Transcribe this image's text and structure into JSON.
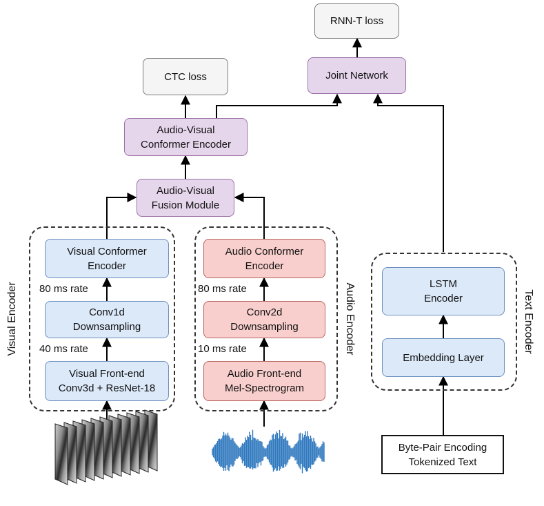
{
  "outputs": {
    "ctc": "CTC loss",
    "rnnt": "RNN-T loss"
  },
  "joint_network": "Joint Network",
  "av_encoder": {
    "line1": "Audio-Visual",
    "line2": "Conformer Encoder"
  },
  "fusion": {
    "line1": "Audio-Visual",
    "line2": "Fusion Module"
  },
  "visual_encoder": {
    "label": "Visual Encoder",
    "conformer": {
      "line1": "Visual Conformer",
      "line2": "Encoder"
    },
    "conv": {
      "line1": "Conv1d",
      "line2": "Downsampling"
    },
    "frontend": {
      "line1": "Visual Front-end",
      "line2": "Conv3d + ResNet-18"
    },
    "rate_upper": "80 ms rate",
    "rate_lower": "40 ms rate"
  },
  "audio_encoder": {
    "label": "Audio Encoder",
    "conformer": {
      "line1": "Audio Conformer",
      "line2": "Encoder"
    },
    "conv": {
      "line1": "Conv2d",
      "line2": "Downsampling"
    },
    "frontend": {
      "line1": "Audio Front-end",
      "line2": "Mel-Spectrogram"
    },
    "rate_upper": "80 ms rate",
    "rate_lower": "10 ms rate"
  },
  "text_encoder": {
    "label": "Text Encoder",
    "lstm": {
      "line1": "LSTM",
      "line2": "Encoder"
    },
    "embedding": "Embedding Layer"
  },
  "text_input": {
    "line1": "Byte-Pair Encoding",
    "line2": "Tokenized Text"
  },
  "colors": {
    "gray_fill": "#f5f5f5",
    "purple_fill": "#e6d6ec",
    "blue_fill": "#dce9f9",
    "red_fill": "#f8cfcd",
    "waveform": "#2f78bf"
  },
  "icons": {
    "visual_input": "video-frames-stack",
    "audio_input": "audio-waveform"
  }
}
